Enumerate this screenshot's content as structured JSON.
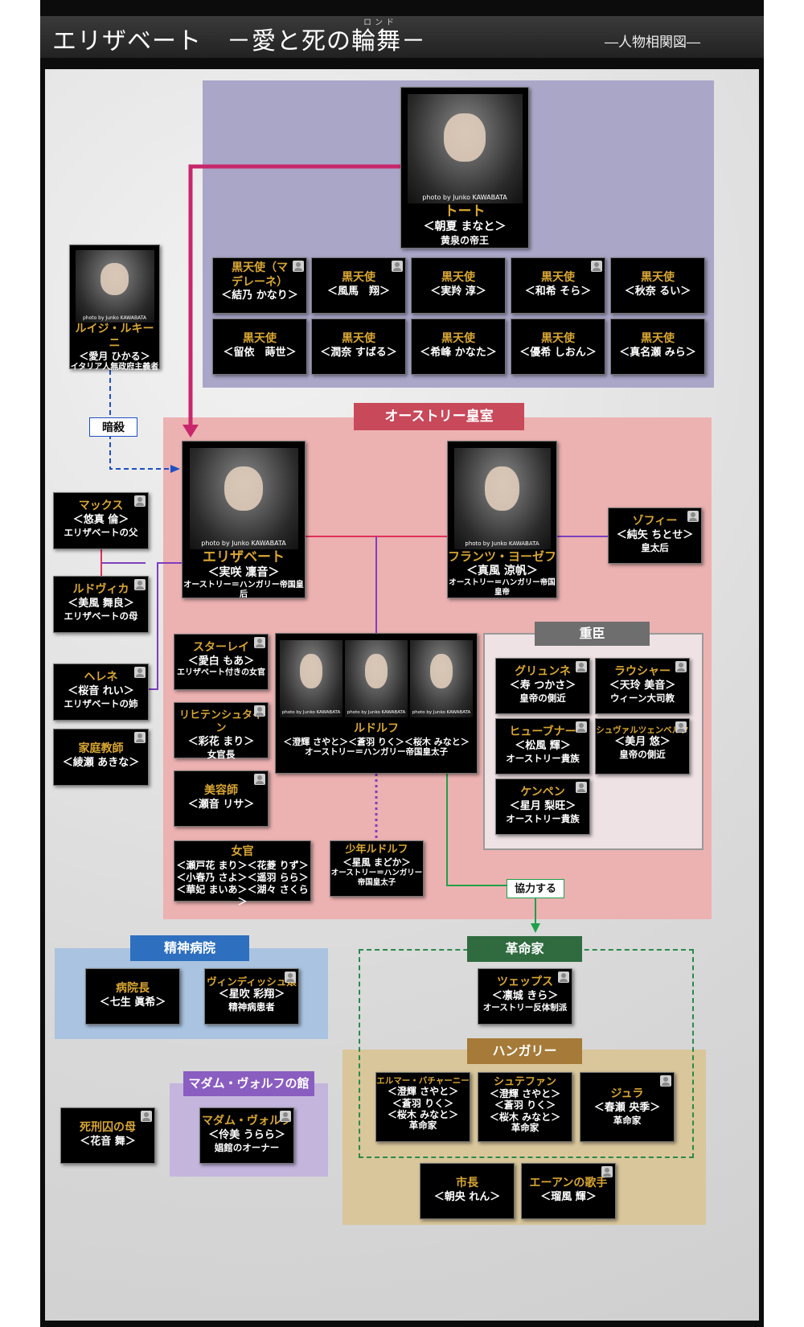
{
  "header": {
    "title": "エリザベート　－愛と死の輪舞－",
    "ruby": "ロンド",
    "subtitle": "―人物相関図―"
  },
  "photo_credit": "photo by Junko KAWABATA",
  "groups": {
    "imperial": "オーストリー皇室",
    "ministers": "重臣",
    "asylum": "精神病院",
    "madam_house": "マダム・ヴォルフの館",
    "revolution": "革命家",
    "hungary": "ハンガリー"
  },
  "relations": {
    "assassination": "暗殺",
    "cooperate": "協力する"
  },
  "tod": {
    "name": "トート",
    "actor": "＜朝夏 まなと＞",
    "role": "黄泉の帝王"
  },
  "black_angels": [
    {
      "name": "黒天使（マデレーネ）",
      "actor": "＜結乃 かなり＞"
    },
    {
      "name": "黒天使",
      "actor": "＜風馬　翔＞"
    },
    {
      "name": "黒天使",
      "actor": "＜実羚 淳＞"
    },
    {
      "name": "黒天使",
      "actor": "＜和希 そら＞"
    },
    {
      "name": "黒天使",
      "actor": "＜秋奈 るい＞"
    },
    {
      "name": "黒天使",
      "actor": "＜留依　蒔世＞"
    },
    {
      "name": "黒天使",
      "actor": "＜潤奈 すばる＞"
    },
    {
      "name": "黒天使",
      "actor": "＜希峰 かなた＞"
    },
    {
      "name": "黒天使",
      "actor": "＜優希 しおん＞"
    },
    {
      "name": "黒天使",
      "actor": "＜真名瀬 みら＞"
    }
  ],
  "luigi": {
    "name": "ルイジ・ルキーニ",
    "actor": "＜愛月 ひかる＞",
    "role": "イタリア人無政府主義者"
  },
  "elisabeth": {
    "name": "エリザベート",
    "actor": "＜実咲 凜音＞",
    "role": "オーストリー＝ハンガリー帝国皇后"
  },
  "franz": {
    "name": "フランツ・ヨーゼフ",
    "actor": "＜真風 涼帆＞",
    "role": "オーストリー＝ハンガリー帝国皇帝"
  },
  "sophie": {
    "name": "ゾフィー",
    "actor": "＜純矢 ちとせ＞",
    "role": "皇太后"
  },
  "max": {
    "name": "マックス",
    "actor": "＜悠真 倫＞",
    "role": "エリザベートの父"
  },
  "ludovika": {
    "name": "ルドヴィカ",
    "actor": "＜美風 舞良＞",
    "role": "エリザベートの母"
  },
  "helene": {
    "name": "ヘレネ",
    "actor": "＜桜音 れい＞",
    "role": "エリザベートの姉"
  },
  "tutor": {
    "name": "家庭教師",
    "actor": "＜綾瀬 あきな＞"
  },
  "starhemberg": {
    "name": "スターレイ",
    "actor": "＜愛白 もあ＞",
    "role": "エリザベート付きの女官"
  },
  "liechtenstein": {
    "name": "リヒテンシュタイン",
    "actor": "＜彩花 まり＞",
    "role": "女官長"
  },
  "beautician": {
    "name": "美容師",
    "actor": "＜瀬音 リサ＞"
  },
  "ladies": {
    "name": "女官",
    "line1": "＜瀬戸花 まり＞＜花菱 りず＞",
    "line2": "＜小春乃 さよ＞＜遥羽 らら＞",
    "line3": "＜華妃 まいあ＞＜湖々 さくら＞"
  },
  "rudolf": {
    "name": "ルドルフ",
    "actor": "＜澄輝 さやと＞＜蒼羽 りく＞＜桜木 みなと＞",
    "role": "オーストリー＝ハンガリー帝国皇太子"
  },
  "young_rudolf": {
    "name": "少年ルドルフ",
    "actor": "＜星風 まどか＞",
    "role1": "オーストリー＝ハンガリー",
    "role2": "帝国皇太子"
  },
  "grunne": {
    "name": "グリュンネ",
    "actor": "＜寿 つかさ＞",
    "role": "皇帝の側近"
  },
  "rauscher": {
    "name": "ラウシャー",
    "actor": "＜天玲 美音＞",
    "role": "ウィーン大司教"
  },
  "hubner": {
    "name": "ヒューブナー",
    "actor": "＜松風 輝＞",
    "role": "オーストリー貴族"
  },
  "schwarzenberg": {
    "name": "シュヴァルツェンベルク",
    "actor": "＜美月 悠＞",
    "role": "皇帝の側近"
  },
  "kempen": {
    "name": "ケンペン",
    "actor": "＜星月 梨旺＞",
    "role": "オーストリー貴族"
  },
  "director": {
    "name": "病院長",
    "actor": "＜七生 眞希＞"
  },
  "windisch": {
    "name": "ヴィンディッシュ嬢",
    "actor": "＜星吹 彩翔＞",
    "role": "精神病患者"
  },
  "madam": {
    "name": "マダム・ヴォルフ",
    "actor": "＜伶美 うらら＞",
    "role": "娼館のオーナー"
  },
  "mother": {
    "name": "死刑囚の母",
    "actor": "＜花音 舞＞"
  },
  "zeps": {
    "name": "ツェップス",
    "actor": "＜凛城 きら＞",
    "role": "オーストリー反体制派"
  },
  "elemer": {
    "name": "エルマー・バチャーニー",
    "a1": "＜澄輝 さやと＞",
    "a2": "＜蒼羽 りく＞",
    "a3": "＜桜木 みなと＞",
    "role": "革命家"
  },
  "stefan": {
    "name": "シュテファン",
    "a1": "＜澄輝 さやと＞",
    "a2": "＜蒼羽 りく＞",
    "a3": "＜桜木 みなと＞",
    "role": "革命家"
  },
  "gyula": {
    "name": "ジュラ",
    "actor": "＜春瀬 央季＞",
    "role": "革命家"
  },
  "mayor": {
    "name": "市長",
    "actor": "＜朝央 れん＞"
  },
  "singer": {
    "name": "エーアンの歌手",
    "actor": "＜瑠風 輝＞"
  },
  "colors": {
    "tod_region": "#a9a6c8",
    "imperial_region": "#ecb1b1",
    "ministers_region": "#efe2e4",
    "asylum_region": "#a9c3e0",
    "madam_region": "#c4b5dd",
    "hungary_region": "#d9c69b",
    "tod_line": "#c8266b",
    "family_line": "#e0325a",
    "parent_line": "#7d3fbe",
    "assassination_line": "#1d4fc4",
    "cooperate_line": "#1fa04a",
    "name_gold": "#d8a633"
  }
}
